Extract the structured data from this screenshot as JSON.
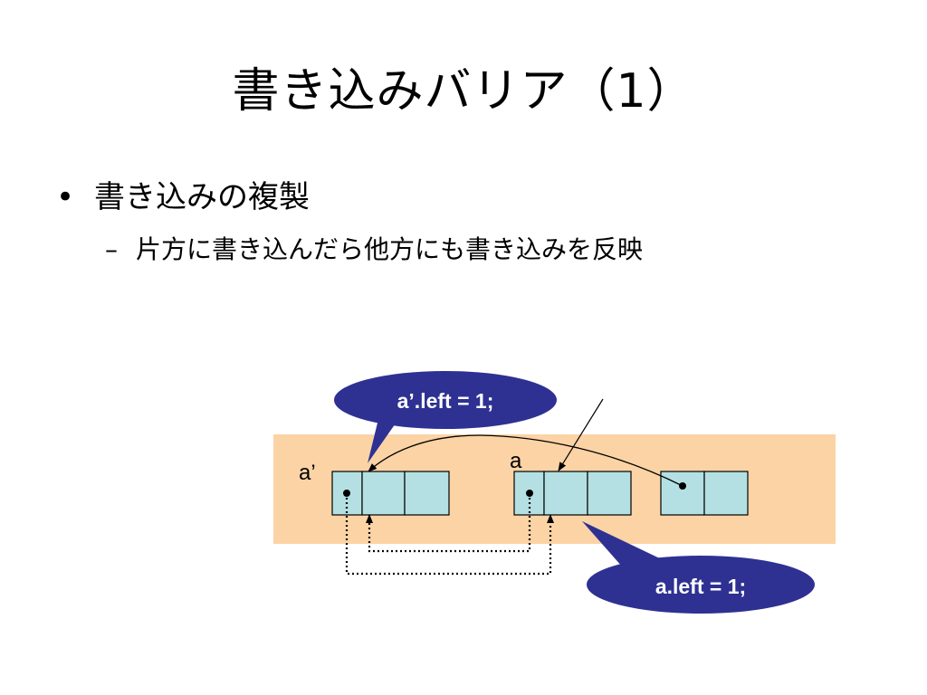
{
  "slide": {
    "title": "書き込みバリア（1）",
    "bullets": [
      {
        "marker": "•",
        "text": "書き込みの複製"
      },
      {
        "marker": "–",
        "text": "片方に書き込んだら他方にも書き込みを反映"
      }
    ]
  },
  "diagram": {
    "object_labels": {
      "copy": "a’",
      "original": "a"
    },
    "callouts": {
      "copy_write": "a’.left = 1;",
      "original_write": "a.left = 1;"
    },
    "colors": {
      "heap_region": "#fcd3a5",
      "cell_fill": "#b4e0e3",
      "callout_fill": "#2e3192",
      "callout_text": "#ffffff"
    }
  }
}
